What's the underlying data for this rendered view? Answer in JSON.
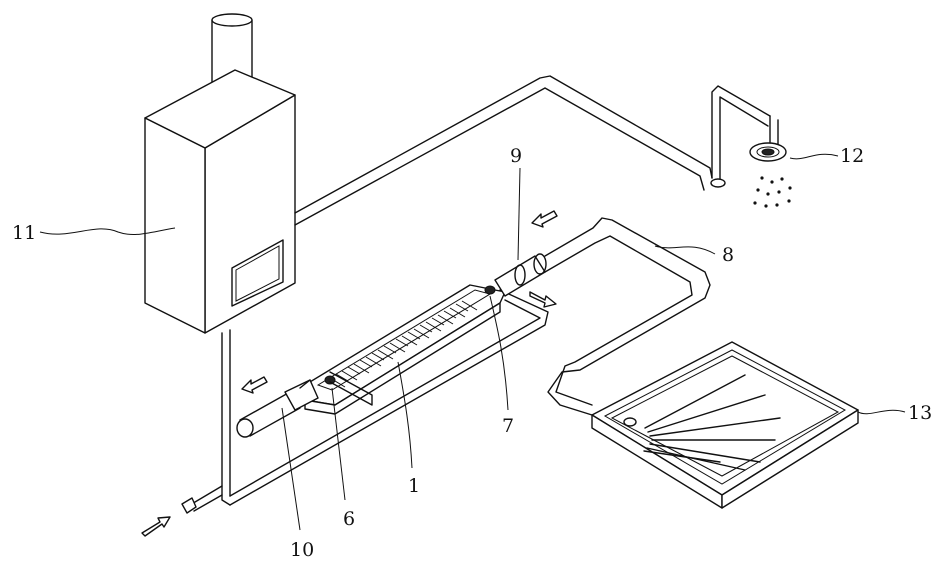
{
  "labels": {
    "heat_exchanger": "1",
    "port_left": "6",
    "port_right": "7",
    "drain_pipe": "8",
    "inlet_fitting": "9",
    "outlet_fitting": "10",
    "water_heater": "11",
    "shower_head": "12",
    "shower_tray": "13"
  },
  "colors": {
    "line": "#111111",
    "background": "#ffffff"
  }
}
